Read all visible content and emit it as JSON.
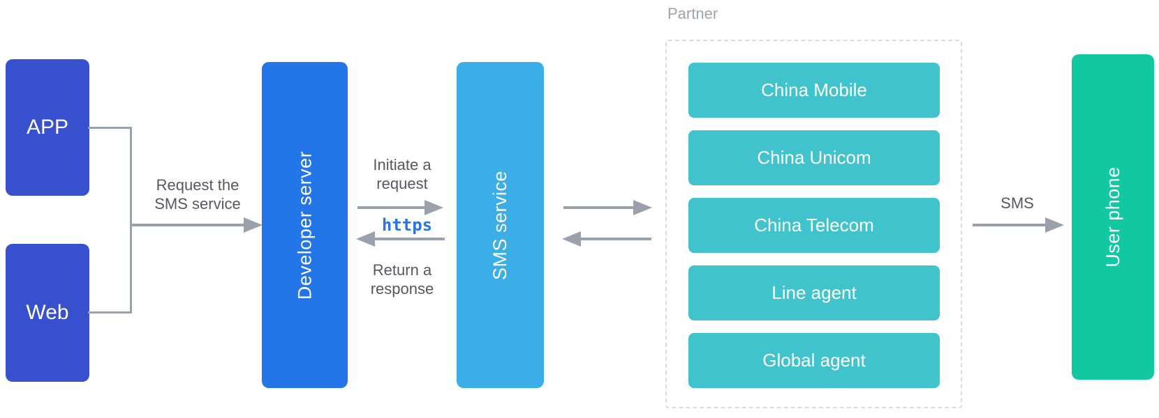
{
  "diagram": {
    "nodes": {
      "app": "APP",
      "web": "Web",
      "developer_server": "Developer server",
      "sms_service": "SMS service",
      "user_phone": "User phone"
    },
    "partner": {
      "title": "Partner",
      "carriers": [
        "China Mobile",
        "China Unicom",
        "China Telecom",
        "Line agent",
        "Global agent"
      ]
    },
    "labels": {
      "request_line1": "Request the",
      "request_line2": "SMS service",
      "initiate_line1": "Initiate a",
      "initiate_line2": "request",
      "protocol": "https",
      "return_line1": "Return a",
      "return_line2": "response",
      "sms": "SMS"
    },
    "colors": {
      "client_blue": "#3750CE",
      "server_blue": "#2476E8",
      "sms_service_blue": "#3BAEE8",
      "carrier_teal": "#41C3CE",
      "phone_green": "#10C8A2",
      "arrow_gray": "#9AA1AC",
      "note_text_gray": "#55585F",
      "partner_label_gray": "#9EA3A9",
      "https_blue": "#2B74E2"
    }
  }
}
